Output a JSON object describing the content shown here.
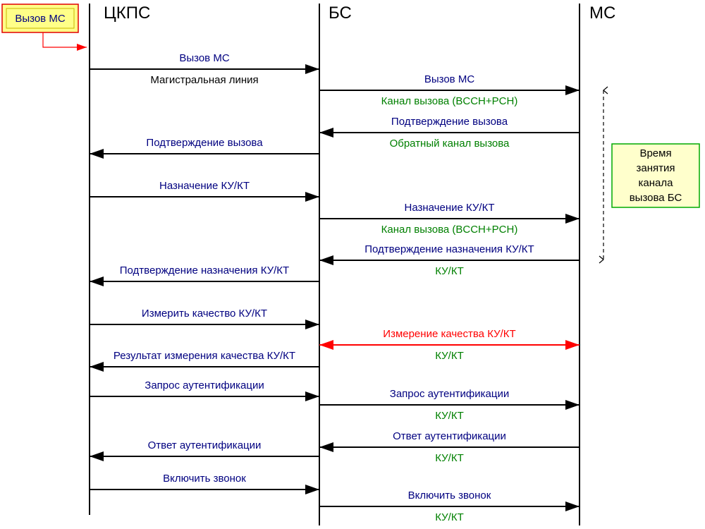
{
  "participants": [
    {
      "name": "ЦКПС"
    },
    {
      "name": "БС"
    },
    {
      "name": "МС"
    }
  ],
  "trigger": {
    "label": "Вызов МС",
    "fill": "#ffff88",
    "border": "#e00000"
  },
  "time_note": {
    "lines": [
      "Время",
      "занятия",
      "канала",
      "вызова БС"
    ],
    "fill": "#ffffcc",
    "border": "#00aa00"
  },
  "colors": {
    "message": "#000080",
    "channel": "#008000",
    "trunk": "#000000",
    "highlight": "#ff0000",
    "lifeline": "#000000"
  },
  "messages": [
    {
      "label": "Вызов МС",
      "label_color": "message",
      "arrow": "right",
      "span": "ckps-bs",
      "sub": "Магистральная линия",
      "sub_color": "trunk"
    },
    {
      "label": "Вызов МС",
      "label_color": "message",
      "arrow": "right",
      "span": "bs-ms",
      "sub": "Канал вызова (BCCH+PCH)",
      "sub_color": "channel"
    },
    {
      "label": "Подтверждение вызова",
      "label_color": "message",
      "arrow": "left",
      "span": "bs-ms",
      "sub": "Обратный канал вызова",
      "sub_color": "channel"
    },
    {
      "label": "Подтверждение вызова",
      "label_color": "message",
      "arrow": "left",
      "span": "ckps-bs"
    },
    {
      "label": "Назначение КУ/КТ",
      "label_color": "message",
      "arrow": "right",
      "span": "ckps-bs"
    },
    {
      "label": "Назначение КУ/КТ",
      "label_color": "message",
      "arrow": "right",
      "span": "bs-ms",
      "sub": "Канал вызова (BCCH+PCH)",
      "sub_color": "channel"
    },
    {
      "label": "Подтверждение назначения КУ/КТ",
      "label_color": "message",
      "arrow": "left",
      "span": "bs-ms",
      "sub": "КУ/КТ",
      "sub_color": "channel"
    },
    {
      "label": "Подтверждение назначения КУ/КТ",
      "label_color": "message",
      "arrow": "left",
      "span": "ckps-bs"
    },
    {
      "label": "Измерить качество КУ/КТ",
      "label_color": "message",
      "arrow": "right",
      "span": "ckps-bs"
    },
    {
      "label": "Измерение качества КУ/КТ",
      "label_color": "highlight",
      "arrow": "both",
      "span": "bs-ms",
      "sub": "КУ/КТ",
      "sub_color": "channel"
    },
    {
      "label": "Результат измерения качества КУ/КТ",
      "label_color": "message",
      "arrow": "left",
      "span": "ckps-bs"
    },
    {
      "label": "Запрос аутентификации",
      "label_color": "message",
      "arrow": "right",
      "span": "ckps-bs"
    },
    {
      "label": "Запрос аутентификации",
      "label_color": "message",
      "arrow": "right",
      "span": "bs-ms",
      "sub": "КУ/КТ",
      "sub_color": "channel"
    },
    {
      "label": "Ответ аутентификации",
      "label_color": "message",
      "arrow": "left",
      "span": "bs-ms",
      "sub": "КУ/КТ",
      "sub_color": "channel"
    },
    {
      "label": "Ответ аутентификации",
      "label_color": "message",
      "arrow": "left",
      "span": "ckps-bs"
    },
    {
      "label": "Включить звонок",
      "label_color": "message",
      "arrow": "right",
      "span": "ckps-bs"
    },
    {
      "label": "Включить звонок",
      "label_color": "message",
      "arrow": "right",
      "span": "bs-ms",
      "sub": "КУ/КТ",
      "sub_color": "channel"
    }
  ]
}
